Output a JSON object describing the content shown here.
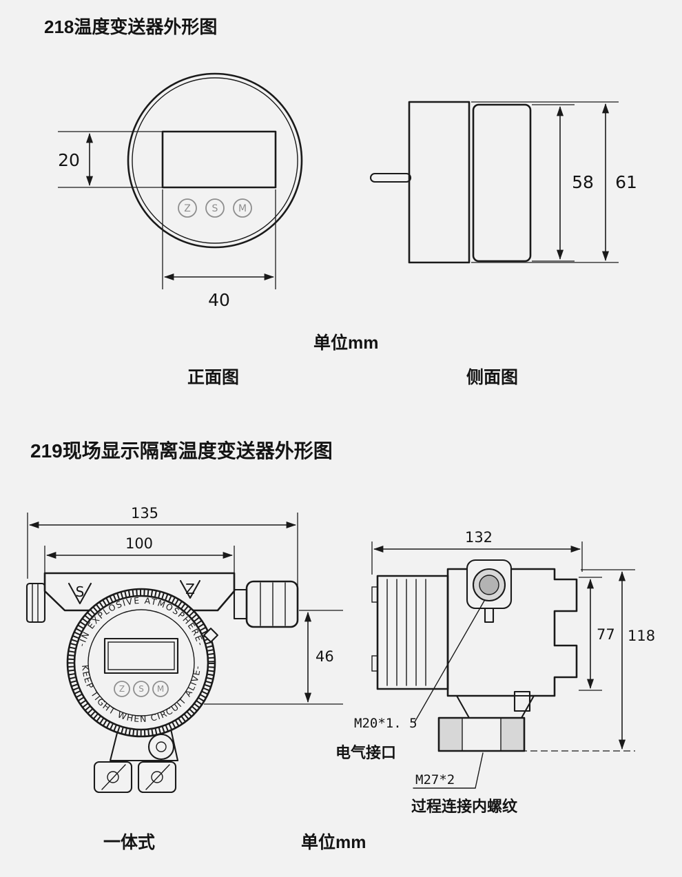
{
  "page": {
    "background": "#f2f2f2",
    "line_color": "#1a1a1a"
  },
  "s218": {
    "title": "218温度变送器外形图",
    "unit": "单位mm",
    "front_caption": "正面图",
    "side_caption": "侧面图",
    "buttons": [
      "Z",
      "S",
      "M"
    ],
    "dim_display_height": "20",
    "dim_display_width": "40",
    "dim_body_height": "58",
    "dim_total_height": "61"
  },
  "s219": {
    "title": "219现场显示隔离温度变送器外形图",
    "front": {
      "dim_overall_width": "135",
      "dim_body_width": "100",
      "dim_window_height": "46",
      "terminal_s": "S",
      "terminal_z": "Z",
      "ring_top": "-IN EXPLOSIVE ATMOSPHERE-",
      "ring_bottom": "KEEP TIGHT WHEN CIRCUIT ALIVE-",
      "buttons": [
        "Z",
        "S",
        "M"
      ],
      "caption": "一体式",
      "unit": "单位mm"
    },
    "side": {
      "dim_width": "132",
      "dim_body_height": "77",
      "dim_total_height": "118",
      "electrical_thread": "M20*1. 5",
      "electrical_label": "电气接口",
      "process_thread": "M27*2",
      "process_label": "过程连接内螺纹"
    }
  }
}
